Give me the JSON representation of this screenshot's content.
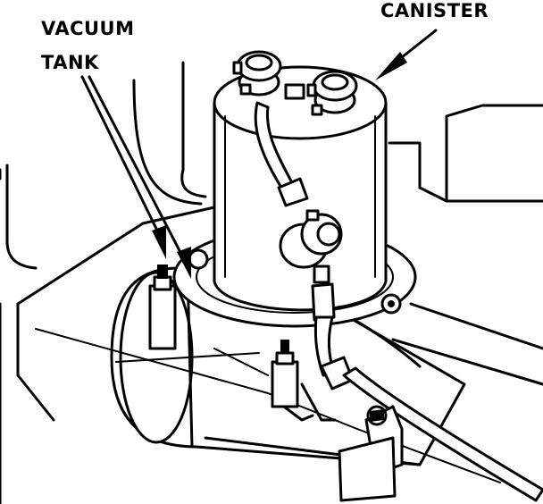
{
  "labels": {
    "canister": "CANISTER",
    "vacuum_tank_line1": "VACUUM",
    "vacuum_tank_line2": "TANK"
  },
  "colors": {
    "ink": "#000000",
    "paper": "#ffffff"
  }
}
